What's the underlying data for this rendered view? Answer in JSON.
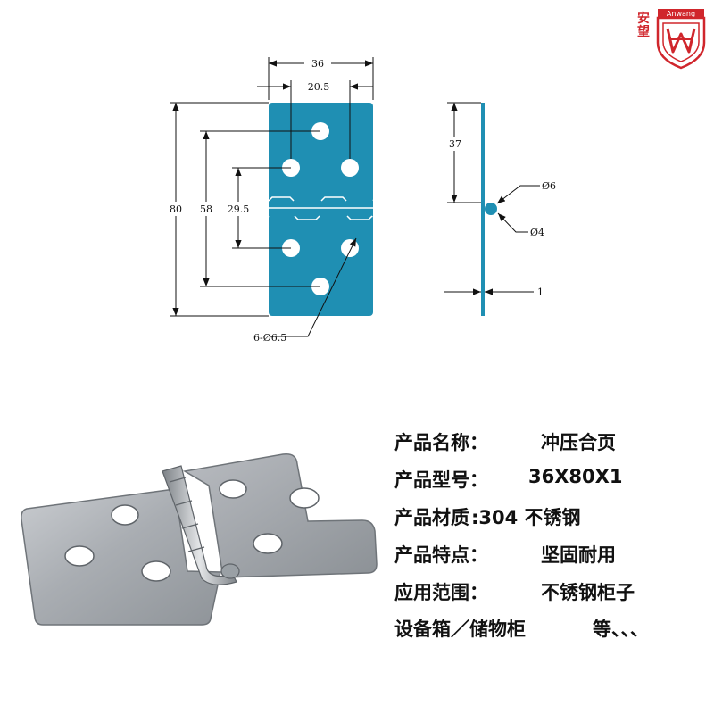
{
  "brand": {
    "name_cn": "安望",
    "name_en": "Anwang",
    "color": "#d0262c"
  },
  "drawing": {
    "plate_color": "#1f8fb3",
    "front_view": {
      "width_dim": "36",
      "hole_offset_dim": "20.5",
      "height_dim": "80",
      "hole_span_dim": "58",
      "inner_span_dim": "29.5",
      "hole_callout": "6-Ø6.5"
    },
    "side_view": {
      "pin_height_dim": "37",
      "knuckle_outer_dim": "Ø6",
      "pin_dim": "Ø4",
      "thickness_dim": "1"
    }
  },
  "specs": [
    {
      "label": "产品名称：",
      "value": "冲压合页"
    },
    {
      "label": "产品型号：",
      "value": "36X80X1"
    },
    {
      "label": "产品材质",
      "value": ":304 不锈钢"
    },
    {
      "label": "产品特点：",
      "value": "坚固耐用"
    },
    {
      "label": "应用范围：",
      "value": "不锈钢柜子"
    },
    {
      "label": "设备箱／储物柜",
      "value": "等、、、"
    }
  ]
}
